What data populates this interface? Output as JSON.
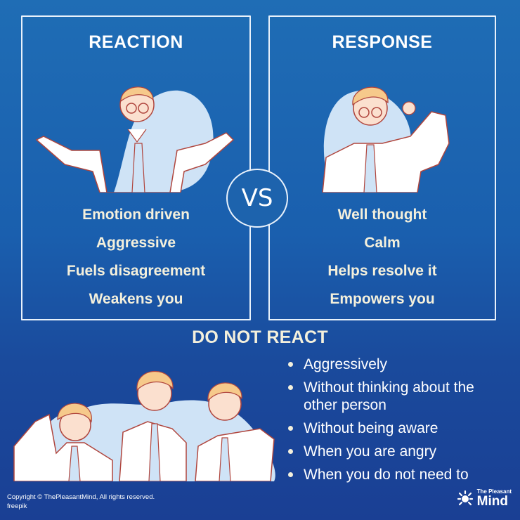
{
  "reaction": {
    "title": "REACTION",
    "points": [
      "Emotion driven",
      "Aggressive",
      "Fuels disagreement",
      "Weakens you"
    ]
  },
  "response": {
    "title": "RESPONSE",
    "points": [
      "Well thought",
      "Calm",
      "Helps resolve it",
      "Empowers you"
    ]
  },
  "vs_label": "VS",
  "do_not_react": {
    "title": "DO NOT REACT",
    "items": [
      "Aggressively",
      "Without thinking about the other person",
      "Without being aware",
      "When you are angry",
      "When you do not need to"
    ]
  },
  "footer": {
    "copyright": "Copyright © ThePleasantMind, All rights reserved.",
    "credit": "freepik"
  },
  "logo": {
    "small": "The Pleasant",
    "big": "Mind"
  },
  "colors": {
    "bg_top": "#1f6db5",
    "bg_bottom": "#1a3f94",
    "text_cream": "#f4f0dc",
    "blob": "#cfe3f6",
    "skin": "#fbe0cf",
    "hair": "#f6c98b",
    "outline": "#b0463e"
  }
}
